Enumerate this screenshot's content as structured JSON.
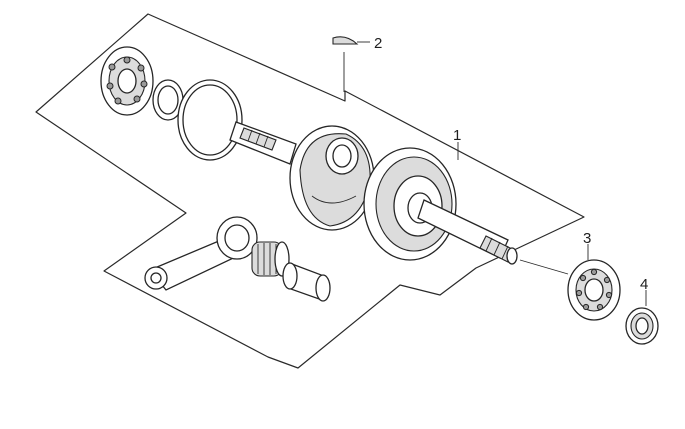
{
  "callouts": [
    {
      "id": "callout-2",
      "text": "2"
    },
    {
      "id": "callout-1",
      "text": "1"
    },
    {
      "id": "callout-3",
      "text": "3"
    },
    {
      "id": "callout-4",
      "text": "4"
    }
  ]
}
